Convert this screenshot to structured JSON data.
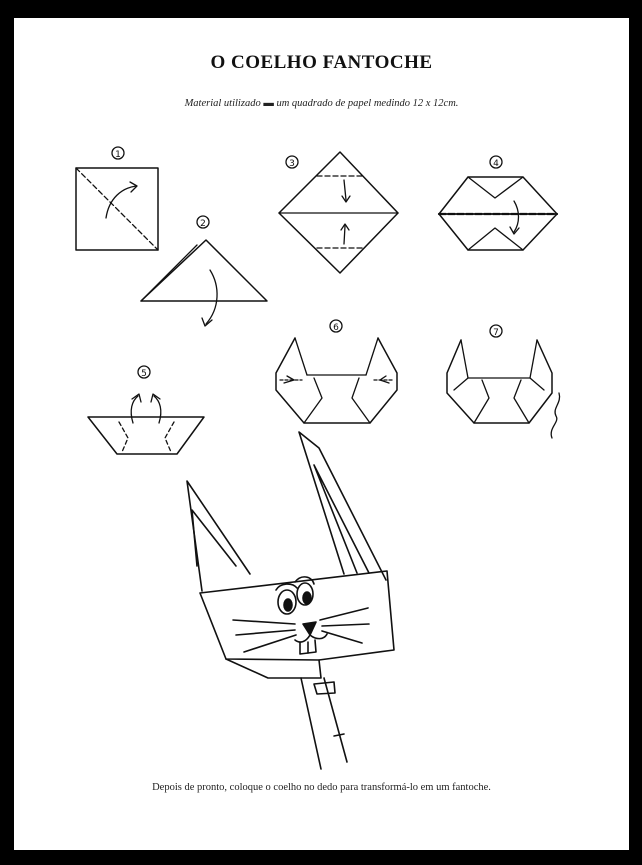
{
  "document": {
    "title": "O COELHO FANTOCHE",
    "material": "Material utilizado ▬ um quadrado de papel medindo 12 x 12cm.",
    "footer": "Depois de pronto, coloque o coelho no dedo para transformá-lo em um fantoche."
  },
  "steps": [
    {
      "label": "1"
    },
    {
      "label": "2"
    },
    {
      "label": "3"
    },
    {
      "label": "4"
    },
    {
      "label": "5"
    },
    {
      "label": "6"
    },
    {
      "label": "7"
    }
  ],
  "colors": {
    "ink": "#111111",
    "paper": "#ffffff",
    "frame": "#000000"
  }
}
